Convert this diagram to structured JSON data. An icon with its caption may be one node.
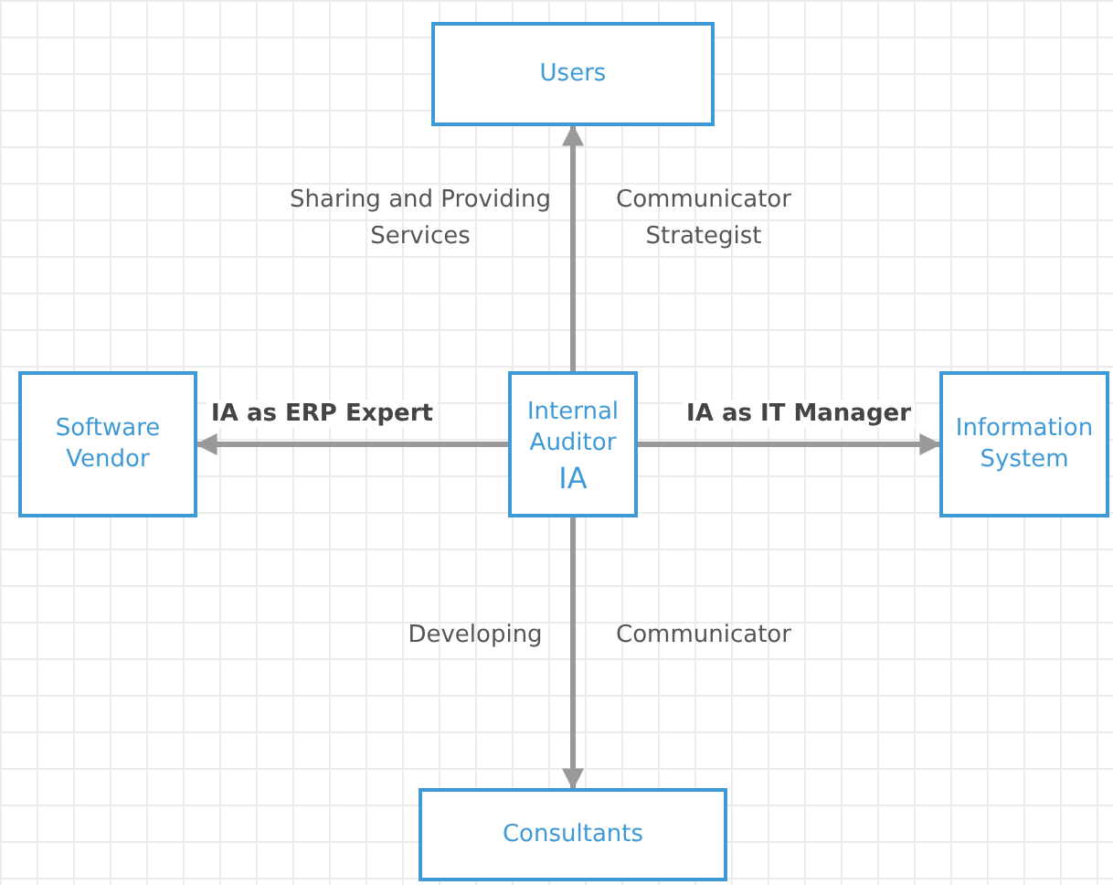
{
  "diagram": {
    "nodes": [
      {
        "text": [
          "Users"
        ]
      },
      {
        "text": [
          "Software Vendor"
        ]
      },
      {
        "text": [
          "Internal Auditor",
          "IA"
        ]
      },
      {
        "text": [
          "Information System"
        ]
      },
      {
        "text": [
          "Consultants"
        ]
      }
    ],
    "edges": [
      {
        "from": 2,
        "to": 0,
        "arrow": "to"
      },
      {
        "from": 2,
        "to": 1,
        "arrow": "to",
        "label": "IA as ERP Expert"
      },
      {
        "from": 2,
        "to": 3,
        "arrow": "to",
        "label": "IA as IT Manager"
      },
      {
        "from": 2,
        "to": 4,
        "arrow": "to"
      }
    ],
    "labels": [
      "Sharing and Providing Services",
      "Communicator Strategist",
      "Developing",
      "Communicator"
    ]
  }
}
